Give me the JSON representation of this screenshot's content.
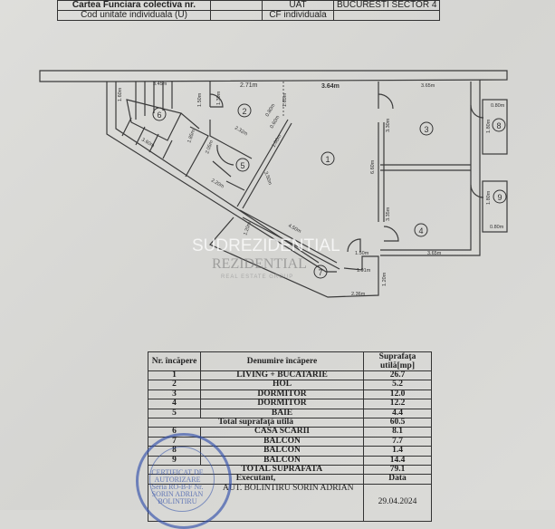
{
  "header_table": {
    "row1": {
      "label": "Cartea Funciara colectiva nr.",
      "value": "",
      "uat_label": "UAT",
      "uat_value": "BUCURESTI  SECTOR 4"
    },
    "row2": {
      "label": "Cod unitate individuala (U)",
      "value": "",
      "cf_label": "CF individuala",
      "cf_value": ""
    }
  },
  "plan": {
    "rooms": [
      "1",
      "2",
      "3",
      "4",
      "5",
      "6",
      "7",
      "8",
      "9"
    ],
    "dimensions": {
      "d271": "2.71m",
      "d364": "3.64m",
      "d365a": "3.65m",
      "d345": "3.45m",
      "d160": "1.60m",
      "d150": "1.50m",
      "d130": "1.30m",
      "d165": "1.65m",
      "d080a": "0.80m",
      "d060": "0.60m",
      "d232": "2.32m",
      "d100": "1.00m",
      "d185": "1.85m",
      "d205": "2.05m",
      "d330": "3.30m",
      "d350": "3.50m",
      "d660": "6.60m",
      "d220": "2.20m",
      "d360": "3.60m",
      "d180a": "1.80m",
      "d080b": "0.80m",
      "d180b": "1.80m",
      "d080c": "0.80m",
      "d335": "3.35m",
      "d365b": "3.65m",
      "d450": "4.50m",
      "d120a": "1.20m",
      "d150b": "1.50m",
      "d191": "1.91m",
      "d120b": "1.20m",
      "d236": "2.36m"
    }
  },
  "watermark": {
    "line1": "SUDREZIDENTIAL",
    "line2": "REZIDENTIAL",
    "line3": "REAL ESTATE GROUP"
  },
  "rooms_table": {
    "headers": {
      "nr": "Nr. încăpere",
      "name": "Denumire încăpere",
      "area": "Suprafaţa utilă[mp]"
    },
    "rows": [
      {
        "nr": "1",
        "name": "LIVING  +  BUCATARIE",
        "area": "26.7"
      },
      {
        "nr": "2",
        "name": "HOL",
        "area": "5.2"
      },
      {
        "nr": "3",
        "name": "DORMITOR",
        "area": "12.0"
      },
      {
        "nr": "4",
        "name": "DORMITOR",
        "area": "12.2"
      },
      {
        "nr": "5",
        "name": "BAIE",
        "area": "4.4"
      }
    ],
    "subtotal": {
      "label": "Total suprafaţă utilă",
      "area": "60.5"
    },
    "rows2": [
      {
        "nr": "6",
        "name": "CASA  SCARII",
        "area": "8.1"
      },
      {
        "nr": "7",
        "name": "BALCON",
        "area": "7.7"
      },
      {
        "nr": "8",
        "name": "BALCON",
        "area": "1.4"
      },
      {
        "nr": "9",
        "name": "BALCON",
        "area": "14.4"
      }
    ],
    "total": {
      "label": "TOTAL SUPRAFATA",
      "area": "79.1"
    },
    "executant_label": "Executant,",
    "data_label": "Data",
    "executant_name": "AUT. BOLINTIRU  SORIN  ADRIAN",
    "date": "29.04.2024"
  },
  "stamp": {
    "text": "CERTIFICAT DE AUTORIZARE Seria RO-B-F Nr. SORIN ADRIAN BOLINTIRU"
  }
}
